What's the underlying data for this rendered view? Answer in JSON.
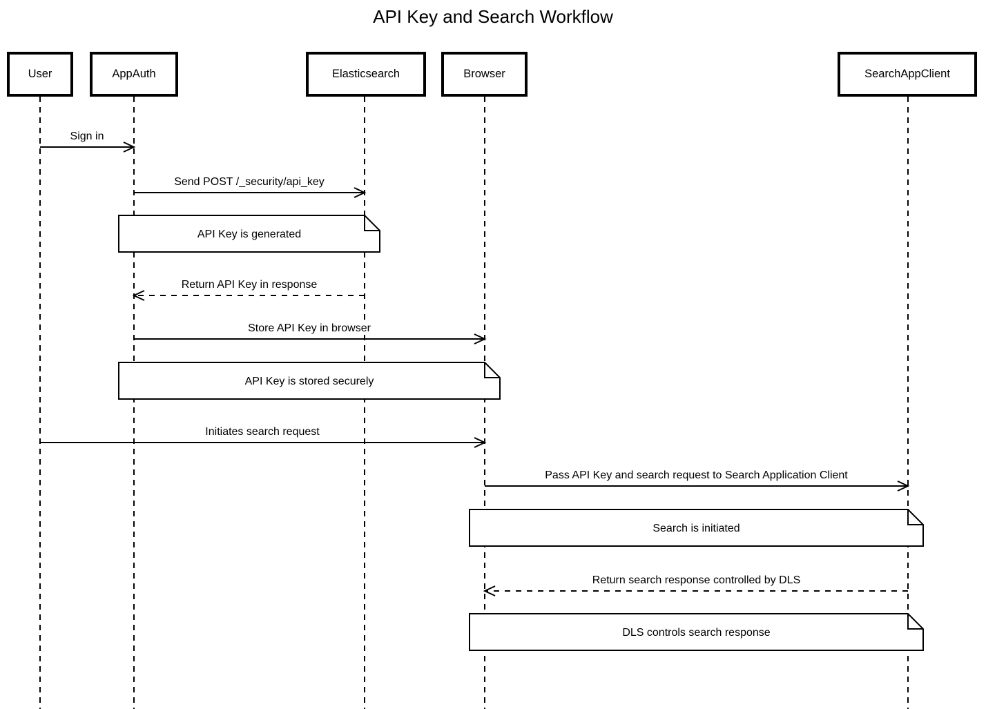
{
  "title": "API Key and Search Workflow",
  "diagram": {
    "type": "sequence",
    "colors": {
      "stroke": "#000000",
      "fill": "#ffffff",
      "background": "#ffffff"
    },
    "participants": [
      {
        "id": "user",
        "label": "User"
      },
      {
        "id": "appauth",
        "label": "AppAuth"
      },
      {
        "id": "elasticsearch",
        "label": "Elasticsearch"
      },
      {
        "id": "browser",
        "label": "Browser"
      },
      {
        "id": "searchappclient",
        "label": "SearchAppClient"
      }
    ],
    "messages": [
      {
        "from": "user",
        "to": "appauth",
        "label": "Sign in",
        "line": "solid"
      },
      {
        "from": "appauth",
        "to": "elasticsearch",
        "label": "Send POST /_security/api_key",
        "line": "solid"
      },
      {
        "from": "elasticsearch",
        "to": "appauth",
        "label": "Return API Key in response",
        "line": "dashed"
      },
      {
        "from": "appauth",
        "to": "browser",
        "label": "Store API Key in browser",
        "line": "solid"
      },
      {
        "from": "user",
        "to": "browser",
        "label": "Initiates search request",
        "line": "solid"
      },
      {
        "from": "browser",
        "to": "searchappclient",
        "label": "Pass API Key and search request to Search Application Client",
        "line": "solid"
      },
      {
        "from": "searchappclient",
        "to": "browser",
        "label": "Return search response controlled by DLS",
        "line": "dashed"
      }
    ],
    "notes": [
      {
        "over": [
          "appauth",
          "elasticsearch"
        ],
        "label": "API Key is generated"
      },
      {
        "over": [
          "appauth",
          "browser"
        ],
        "label": "API Key is stored securely"
      },
      {
        "over": [
          "browser",
          "searchappclient"
        ],
        "label": "Search is initiated"
      },
      {
        "over": [
          "browser",
          "searchappclient"
        ],
        "label": "DLS controls search response"
      }
    ]
  }
}
